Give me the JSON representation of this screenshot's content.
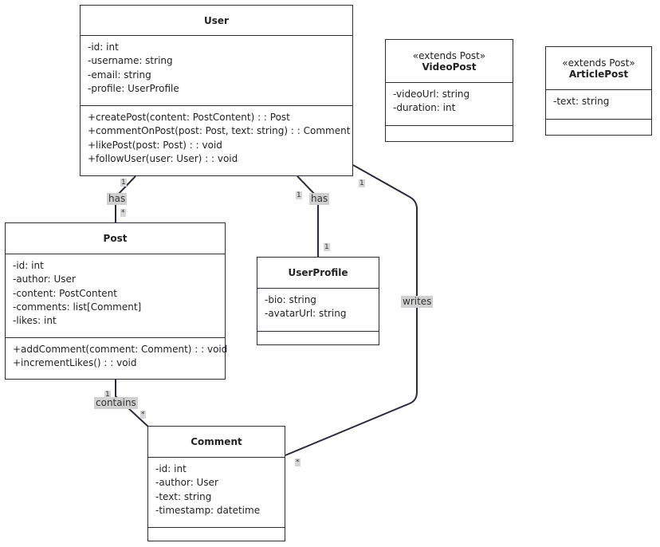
{
  "classes": {
    "user": {
      "name": "User",
      "attributes": [
        "-id: int",
        "-username: string",
        "-email: string",
        "-profile: UserProfile"
      ],
      "methods": [
        "+createPost(content: PostContent) : : Post",
        "+commentOnPost(post: Post, text: string) : : Comment",
        "+likePost(post: Post) : : void",
        "+followUser(user: User) : : void"
      ]
    },
    "videopost": {
      "stereotype": "«extends Post»",
      "name": "VideoPost",
      "attributes": [
        "-videoUrl: string",
        "-duration: int"
      ]
    },
    "articlepost": {
      "stereotype": "«extends Post»",
      "name": "ArticlePost",
      "attributes": [
        "-text: string"
      ]
    },
    "post": {
      "name": "Post",
      "attributes": [
        "-id: int",
        "-author: User",
        "-content: PostContent",
        "-comments: list[Comment]",
        "-likes: int"
      ],
      "methods": [
        "+addComment(comment: Comment) : : void",
        "+incrementLikes() : : void"
      ]
    },
    "userprofile": {
      "name": "UserProfile",
      "attributes": [
        "-bio: string",
        "-avatarUrl: string"
      ]
    },
    "comment": {
      "name": "Comment",
      "attributes": [
        "-id: int",
        "-author: User",
        "-text: string",
        "-timestamp: datetime"
      ]
    }
  },
  "relations": {
    "user_post": {
      "label": "has",
      "from_mult": "1",
      "to_mult": "*"
    },
    "user_profile": {
      "label": "has",
      "from_mult": "1",
      "to_mult": "1"
    },
    "user_comment": {
      "label": "writes",
      "from_mult": "1",
      "to_mult": "*"
    },
    "post_comment": {
      "label": "contains",
      "from_mult": "1",
      "to_mult": "*"
    }
  }
}
